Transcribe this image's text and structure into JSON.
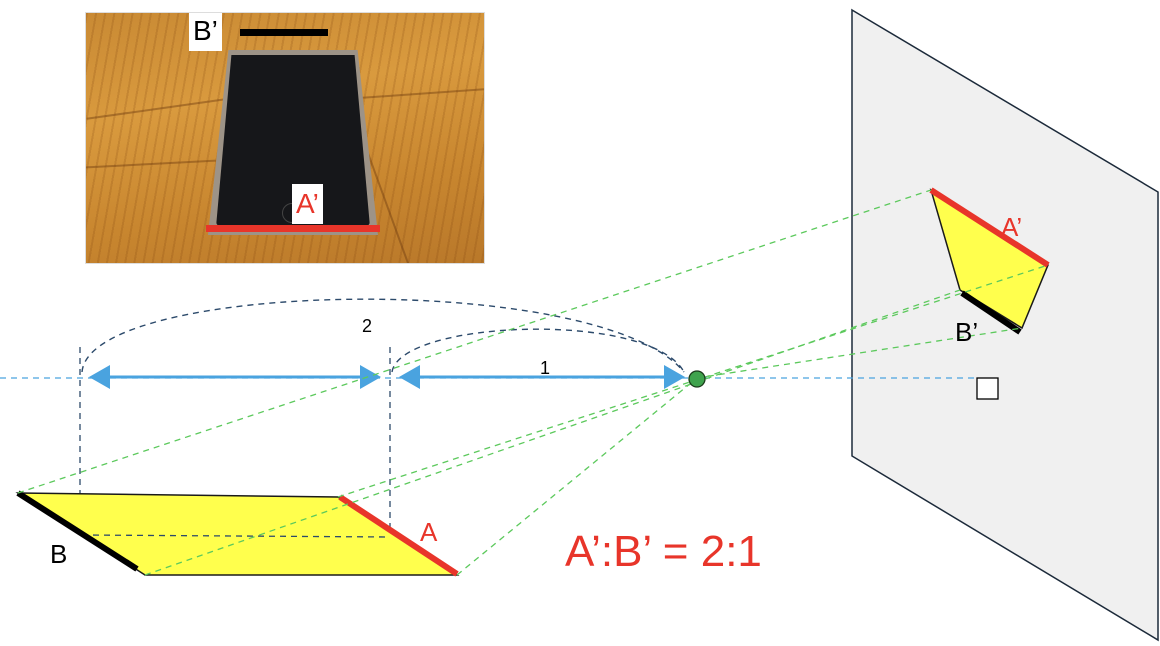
{
  "photo": {
    "label_top": "B’",
    "label_bottom": "A’"
  },
  "diagram": {
    "distance_far": "2",
    "distance_near": "1",
    "label_a": "A",
    "label_b": "B",
    "label_a_prime": "A’",
    "label_b_prime": "B’",
    "ratio_text": "A’:B’ = 2:1"
  },
  "colors": {
    "red": "#e8352a",
    "yellow": "#ffff4d",
    "blue": "#4aa3df",
    "green": "#5cc95c",
    "navy": "#2c4a6b",
    "plane": "#f0f0f0"
  }
}
